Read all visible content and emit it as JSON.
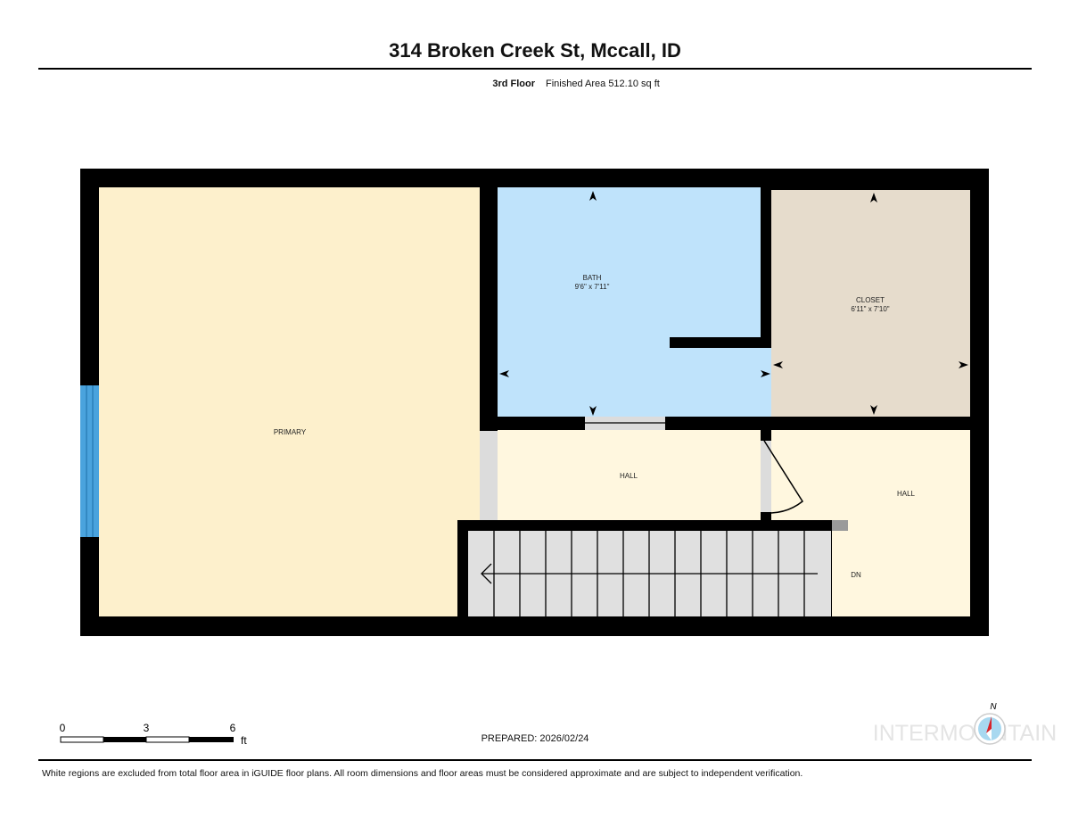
{
  "header": {
    "title": "314 Broken Creek St, Mccall, ID",
    "floor": "3rd Floor",
    "area": "Finished Area 512.10 sq ft"
  },
  "rooms": {
    "primary": {
      "name": "PRIMARY"
    },
    "bath": {
      "name": "BATH",
      "dims": "9'6\" x 7'11\""
    },
    "closet": {
      "name": "CLOSET",
      "dims": "6'11\" x 7'10\""
    },
    "hall_1": {
      "name": "HALL"
    },
    "hall_2": {
      "name": "HALL"
    },
    "stairs": {
      "label": "DN"
    }
  },
  "scale": {
    "t0": "0",
    "t3": "3",
    "t6": "6",
    "unit": "ft"
  },
  "prepared": "PREPARED: 2026/02/24",
  "compass": {
    "north": "N"
  },
  "watermark": "INTERMOUNTAIN",
  "footer": {
    "disclaimer": "White regions are excluded from total floor area in iGUIDE floor plans. All room dimensions and floor areas must be considered approximate and are subject to independent verification."
  },
  "colors": {
    "primary": "#fdf0cc",
    "bath": "#bfe3fb",
    "closet": "#e6dccc",
    "hall": "#fff7df",
    "wall": "#000000",
    "window": "#4aa3dd",
    "stairs": "#e0e0e0"
  }
}
